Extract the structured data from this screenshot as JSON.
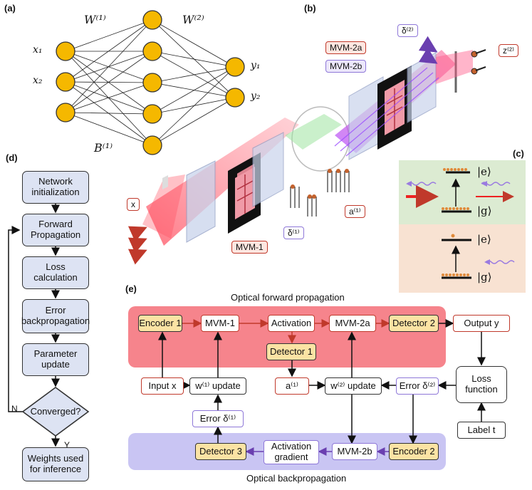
{
  "panels": {
    "a": "(a)",
    "b": "(b)",
    "c": "(c)",
    "d": "(d)",
    "e": "(e)"
  },
  "net": {
    "w1": "W⁽¹⁾",
    "w2": "W⁽²⁾",
    "b1": "B⁽¹⁾",
    "x1": "x₁",
    "x2": "x₂",
    "y1": "y₁",
    "y2": "y₂",
    "node_color": "#f5b800"
  },
  "optics": {
    "x": "x",
    "mvm1": "MVM-1",
    "delta1": "δ⁽¹⁾",
    "a1": "a⁽¹⁾",
    "mvm2a": "MVM-2a",
    "mvm2b": "MVM-2b",
    "delta2": "δ⁽²⁾",
    "z2": "z⁽²⁾",
    "beam_color": "#ff6b7a"
  },
  "levels": {
    "e_top": "|e⟩",
    "g_top": "|g⟩",
    "e_bottom": "|e⟩",
    "g_bottom": "|g⟩",
    "top_bg": "#dcebd2",
    "bottom_bg": "#f8e2d2"
  },
  "flowchart": {
    "steps": [
      "Network initialization",
      "Forward Propagation",
      "Loss calculation",
      "Error backpropagation",
      "Parameter update"
    ],
    "decision": "Converged?",
    "no": "N",
    "yes": "Y",
    "final": "Weights used for inference"
  },
  "schematic": {
    "forward_title": "Optical forward propagation",
    "backward_title": "Optical backpropagation",
    "encoder1": "Encoder 1",
    "mvm1": "MVM-1",
    "activation": "Activation",
    "mvm2a": "MVM-2a",
    "detector2": "Detector 2",
    "output": "Output y",
    "detector1": "Detector 1",
    "input": "Input x",
    "w1_update": "w⁽¹⁾ update",
    "a1": "a⁽¹⁾",
    "w2_update": "w⁽²⁾ update",
    "error2": "Error δ⁽²⁾",
    "loss": "Loss function",
    "error1": "Error δ⁽¹⁾",
    "label": "Label t",
    "detector3": "Detector 3",
    "act_grad": "Activation gradient",
    "mvm2b": "MVM-2b",
    "encoder2": "Encoder 2",
    "forward_bg": "#f6848c",
    "backward_bg": "#c9c5f3"
  }
}
